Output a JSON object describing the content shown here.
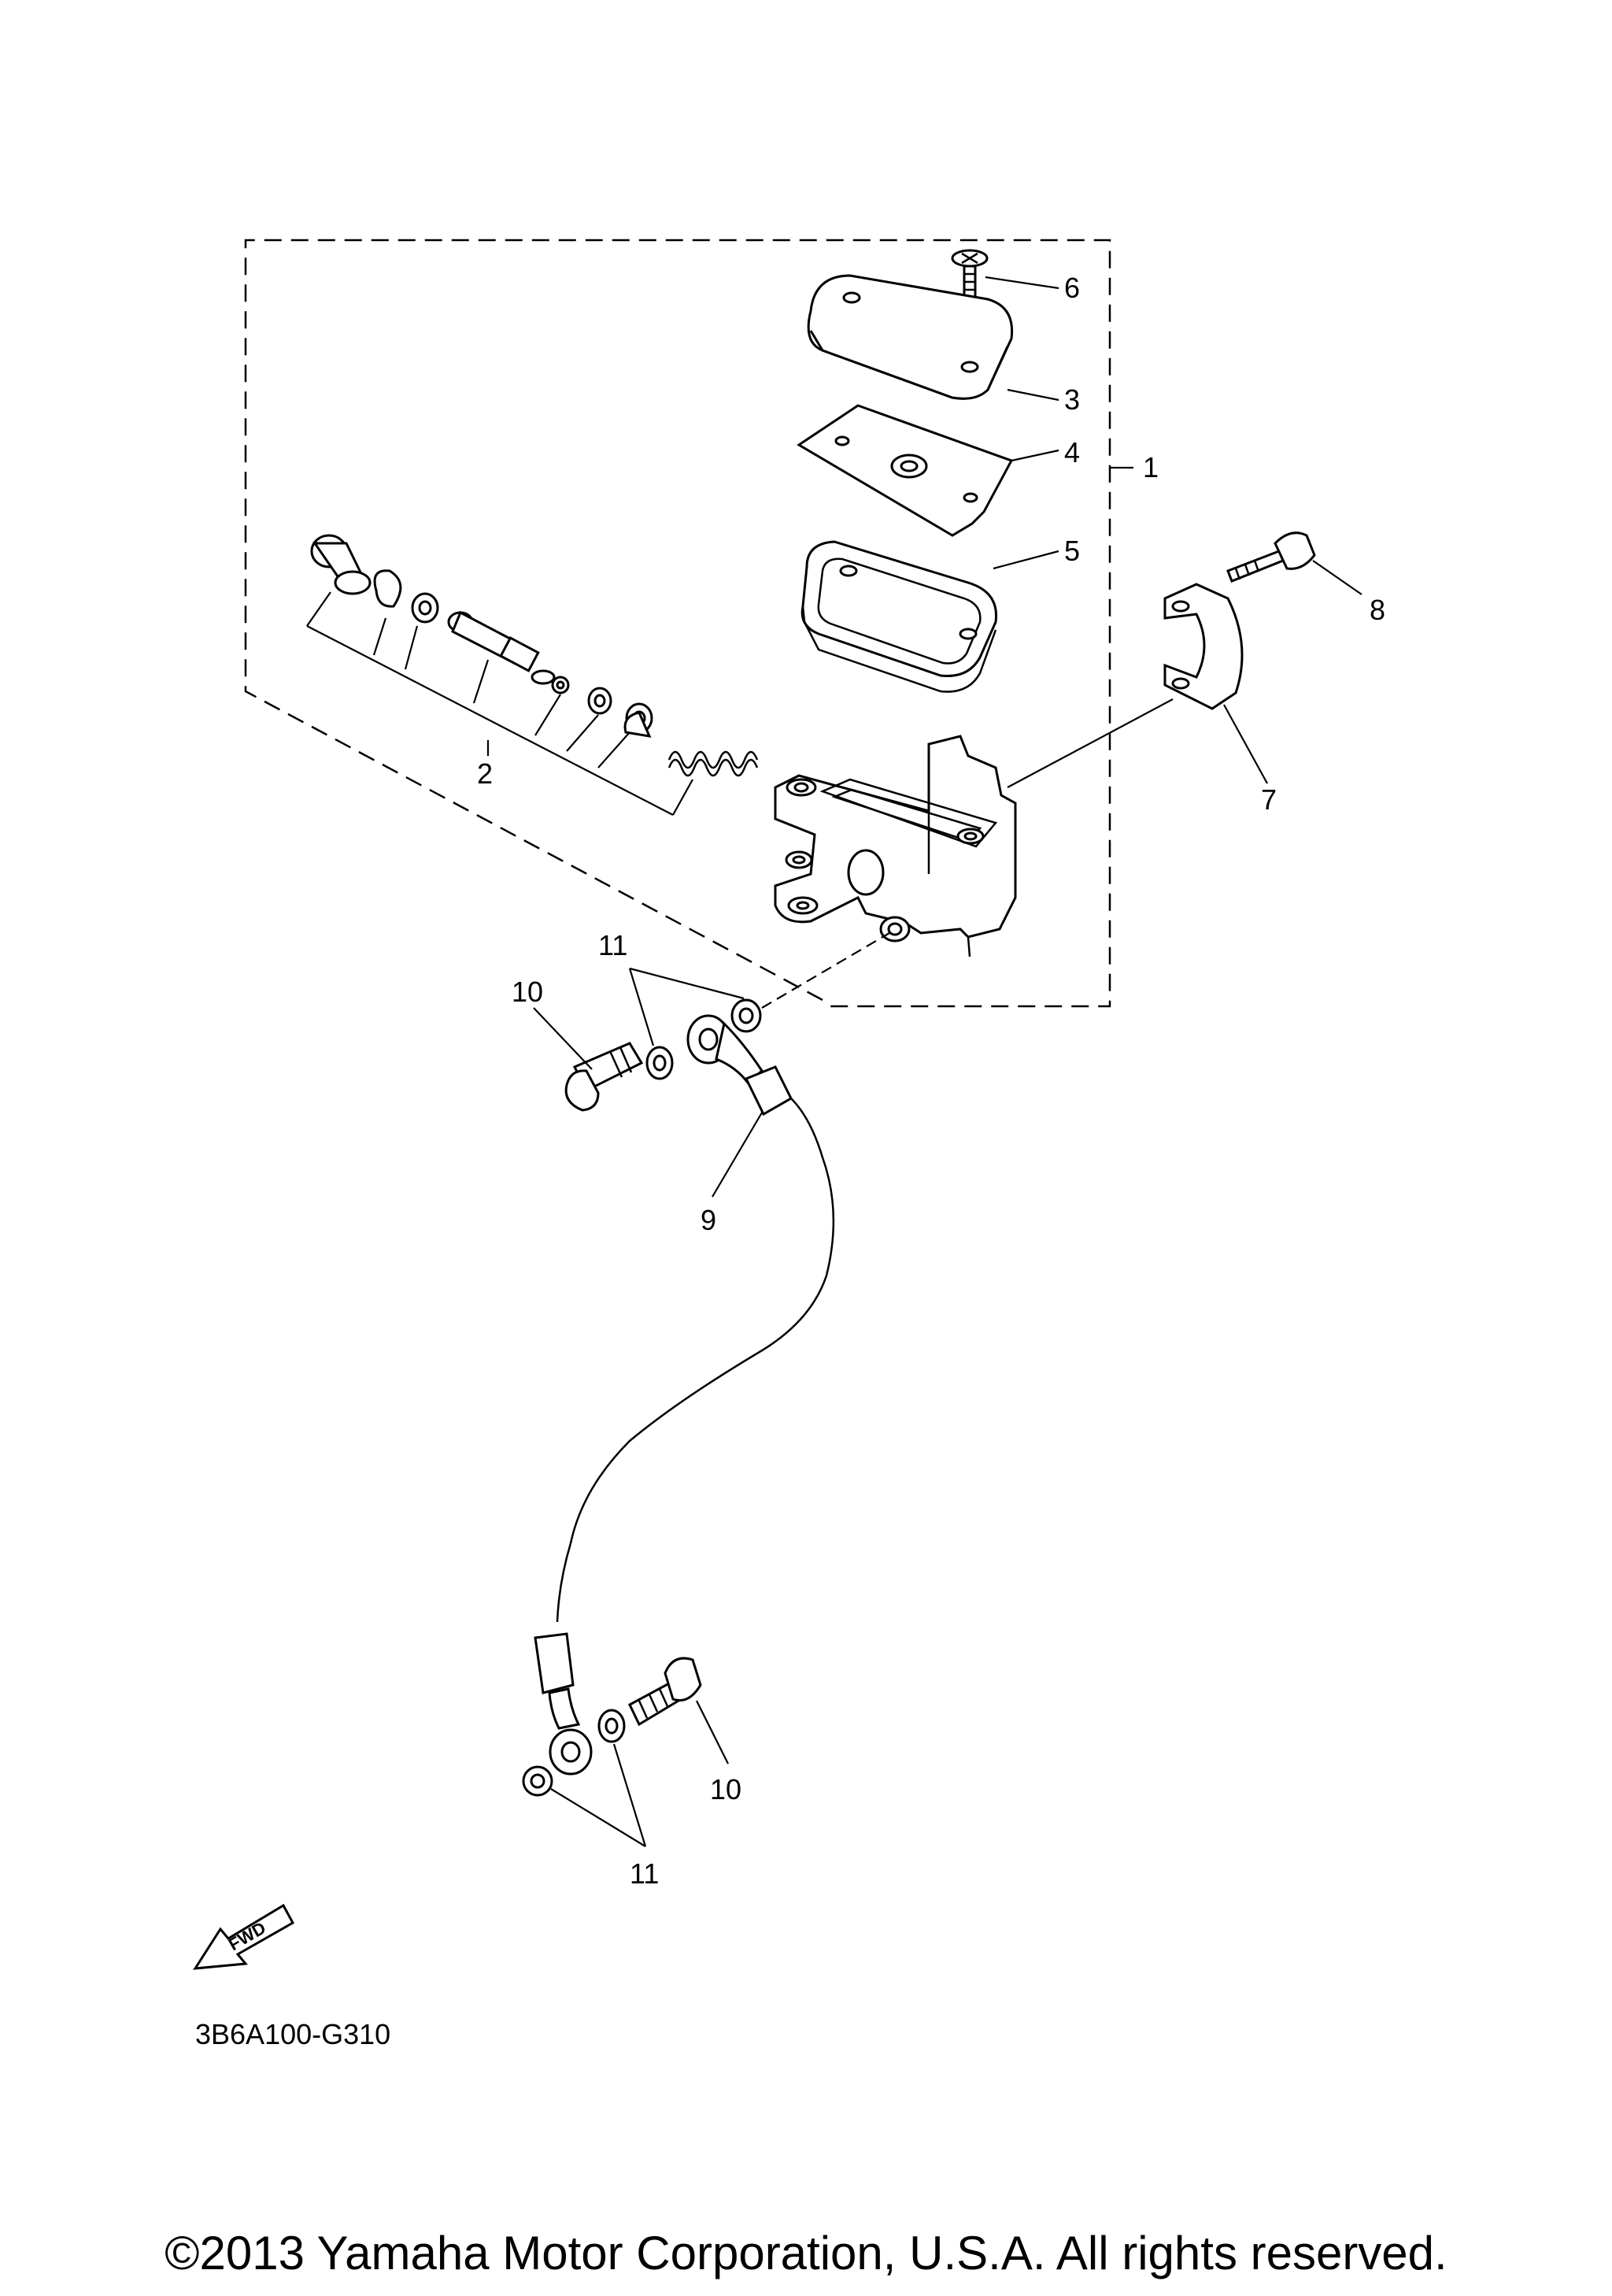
{
  "diagram": {
    "callouts": {
      "c1": "1",
      "c2": "2",
      "c3": "3",
      "c4": "4",
      "c5": "5",
      "c6": "6",
      "c7": "7",
      "c8": "8",
      "c9": "9",
      "c10a": "10",
      "c10b": "10",
      "c11a": "11",
      "c11b": "11"
    },
    "fwd_label": "FWD",
    "diagram_code": "3B6A100-G310"
  },
  "footer": {
    "copyright": "©2013 Yamaha Motor Corporation, U.S.A. All rights reserved."
  }
}
